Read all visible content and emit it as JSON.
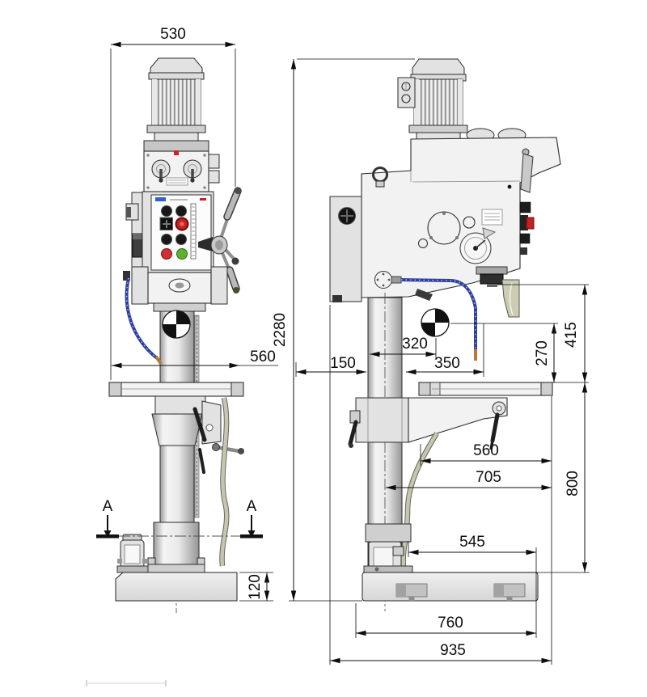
{
  "dims": {
    "front": {
      "overall_width": "530",
      "table_width": "560",
      "base_height": "120",
      "section_left": "A",
      "section_right": "A"
    },
    "side": {
      "overall_height": "2280",
      "cog_horizontal": "320",
      "back_to_column": "150",
      "throat_depth": "350",
      "cog_above_table": "270",
      "spindle_to_table": "415",
      "table_depth": "560",
      "column_to_table_edge": "705",
      "table_to_base": "800",
      "base_slot_span": "545",
      "base_length": "760",
      "overall_depth": "935"
    }
  },
  "colors": {
    "line": "#1a1a1a",
    "hose_blue": "#2e3f9f",
    "hose_blue_dash": "#cdd4ee",
    "hose_khaki": "#c6c6ad",
    "guard_khaki": "#ccccb2",
    "copper": "#b8793a",
    "estop_red": "#c62020",
    "button_red": "#d03030",
    "button_green": "#5cb22d",
    "label_blue": "#2f5fd0",
    "accent_red": "#cc2222"
  }
}
